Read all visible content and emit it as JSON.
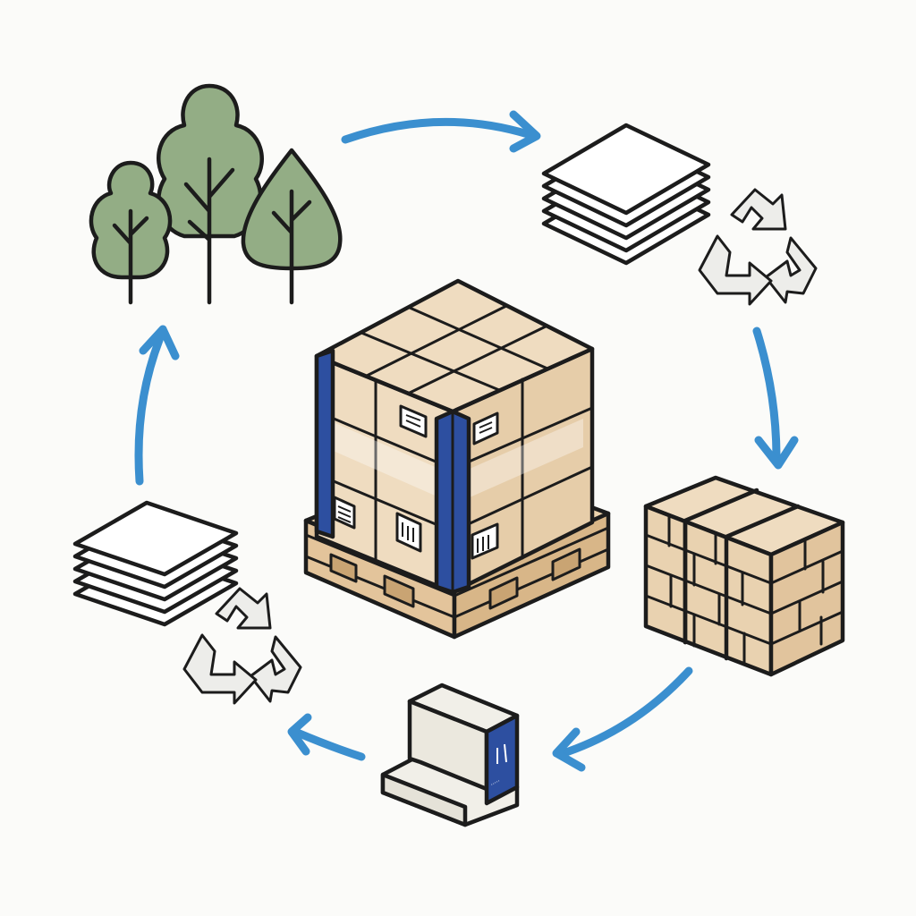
{
  "diagram": {
    "type": "cycle",
    "nodes": [
      {
        "id": "forest",
        "icon": "trees-icon"
      },
      {
        "id": "paper-recycling-top",
        "icon": "paper-sheets-icon",
        "secondary_icon": "recycle-icon"
      },
      {
        "id": "paper-bale",
        "icon": "strapped-paper-bale-icon"
      },
      {
        "id": "edge-protector",
        "icon": "edge-protector-icon"
      },
      {
        "id": "paper-recycling-left",
        "icon": "paper-sheets-icon",
        "secondary_icon": "recycle-icon"
      },
      {
        "id": "pallet",
        "icon": "wrapped-pallet-icon",
        "position": "center"
      }
    ],
    "flow": [
      [
        "forest",
        "paper-recycling-top"
      ],
      [
        "paper-recycling-top",
        "paper-bale"
      ],
      [
        "paper-bale",
        "edge-protector"
      ],
      [
        "edge-protector",
        "paper-recycling-left"
      ],
      [
        "paper-recycling-left",
        "forest"
      ]
    ]
  },
  "colors": {
    "arrow": "#3b8fcf",
    "tree_fill": "#93ad85",
    "cardboard": "#efdcc0",
    "cardboard_shade": "#e6cda9",
    "pallet_wood": "#e3c49b",
    "edge_protector_blue": "#2d4fa0",
    "outline": "#1c1c1c",
    "paper": "#ffffff"
  }
}
